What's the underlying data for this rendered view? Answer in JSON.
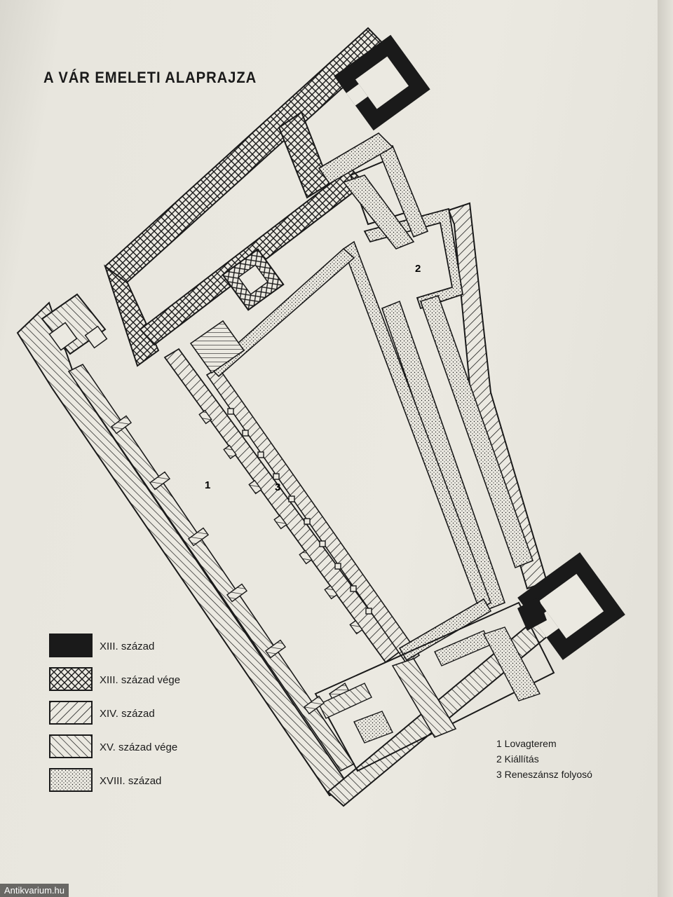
{
  "title": "A VÁR EMELETI ALAPRAJZA",
  "room_numbers": [
    "1",
    "2",
    "3"
  ],
  "legend": [
    {
      "label": "XIII. század",
      "pattern": "solid"
    },
    {
      "label": "XIII. század vége",
      "pattern": "crosshatch"
    },
    {
      "label": "XIV. század",
      "pattern": "hatch-forward"
    },
    {
      "label": "XV. század vége",
      "pattern": "hatch-back"
    },
    {
      "label": "XVIII. század",
      "pattern": "dots"
    }
  ],
  "rooms_key": [
    "1 Lovagterem",
    "2 Kiállítás",
    "3 Reneszánsz folyosó"
  ],
  "watermark": "Antikvarium.hu",
  "colors": {
    "ink": "#1a1a1a",
    "paper": "#ebe9e1"
  }
}
